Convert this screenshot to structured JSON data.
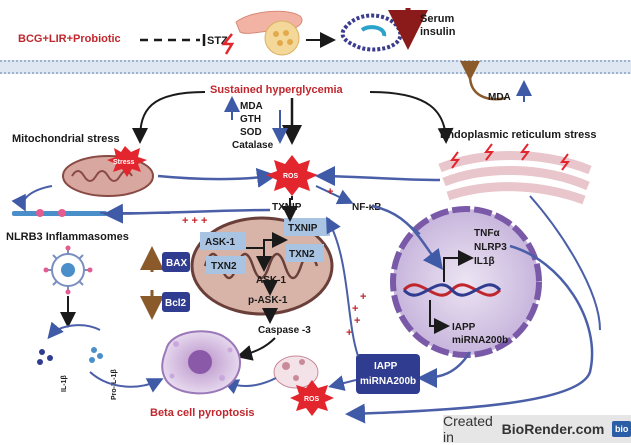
{
  "top": {
    "treatment": "BCG+LIR+Probiotic",
    "stz": "STZ",
    "serum_insulin_1": "Serum",
    "serum_insulin_2": "insulin"
  },
  "center": {
    "sustained_hyperglycemia": "Sustained hyperglycemia",
    "markers": [
      "MDA",
      "GTH",
      "SOD",
      "Catalase"
    ],
    "mda_right": "MDA",
    "ros": "ROS",
    "txnip": "TXNIP",
    "nfkb": "NF-κB"
  },
  "left": {
    "mito_stress": "Mitochondrial stress",
    "stress_burst": "Stress",
    "nlrb3": "NLRB3 Inflammasomes",
    "il1b": "IL-1β",
    "pro_il1b": "Pro-IL-1β",
    "bax": "BAX",
    "bcl2": "Bcl2"
  },
  "mito_cell": {
    "ask1_a": "ASK-1",
    "txn2_a": "TXN2",
    "txnip_b": "TXNIP",
    "txn2_b": "TXN2",
    "ask1_b": "ASK-1",
    "p_ask1": "p-ASK-1",
    "caspase": "Caspase -3"
  },
  "right": {
    "er_stress": "Endoplasmic reticulum stress",
    "nucleus_markers": [
      "TNFα",
      "NLRP3",
      "IL1β"
    ],
    "iapp": "IAPP",
    "mirna": "miRNA200b"
  },
  "bottom": {
    "box_iapp": "IAPP",
    "box_mirna": "miRNA200b",
    "ros2": "ROS",
    "pyroptosis": "Beta cell pyroptosis"
  },
  "badge": {
    "created_in": "Created in",
    "brand": "BioRender.com",
    "logo": "bio"
  },
  "colors": {
    "accent_red": "#c0272d",
    "burst_red": "#e3262e",
    "membrane_blue": "#9fb3cf",
    "nucleus_purple": "#7a5aa8",
    "arrow_blue": "#4a5fa8",
    "box_navy": "#2f3c8f"
  }
}
